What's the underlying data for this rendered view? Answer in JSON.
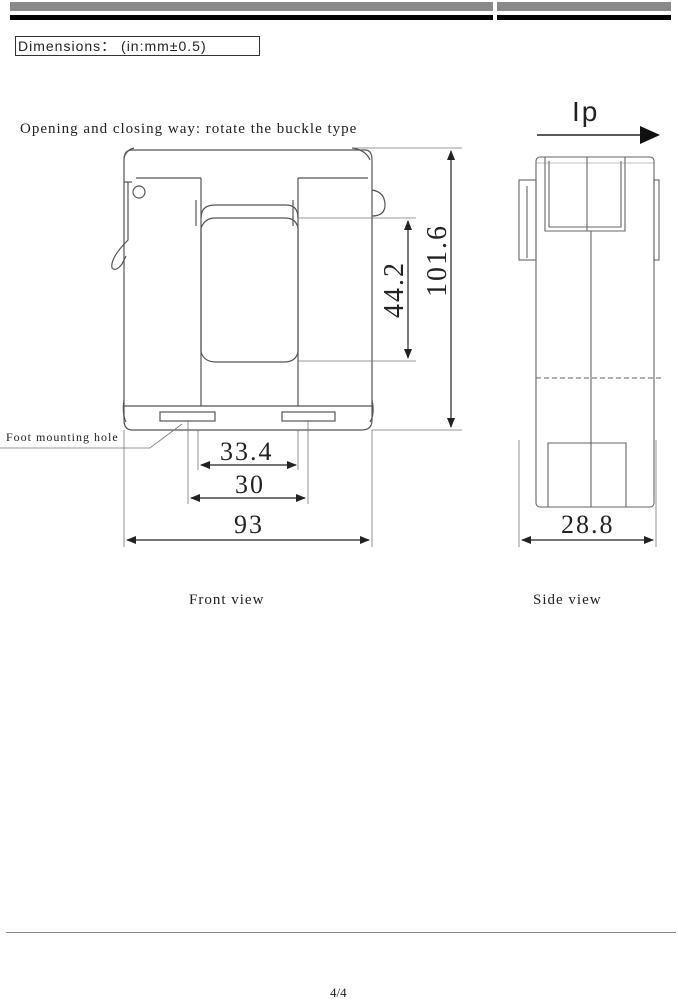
{
  "header": {
    "dimensions_label": "Dimensions：  (in:mm±0.5)"
  },
  "drawing": {
    "opening_note": "Opening and closing way: rotate the buckle type",
    "current_label": "Ip",
    "foot_label": "Foot mounting hole",
    "front_view_caption": "Front view",
    "side_view_caption": "Side view",
    "dimensions": {
      "total_height": "101.6",
      "window_height": "44.2",
      "window_width": "33.4",
      "hole_span": "30",
      "total_width": "93",
      "side_width": "28.8"
    }
  },
  "footer": {
    "page_number": "4/4"
  },
  "colors": {
    "header_bar_gray": "#8a8a8a",
    "header_bar_black": "#000000",
    "line": "#555555"
  }
}
